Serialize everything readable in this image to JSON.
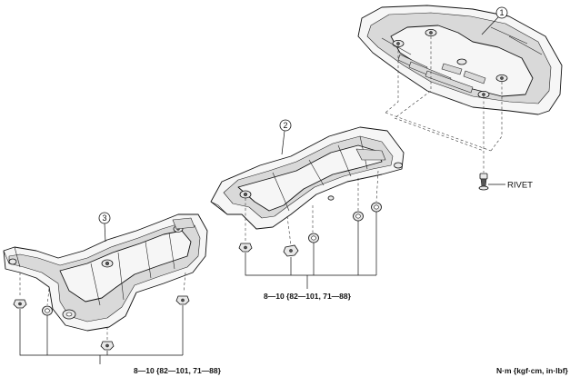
{
  "callouts": {
    "part1": "1",
    "part2": "2",
    "part3": "3"
  },
  "labels": {
    "rivet": "RIVET",
    "torque_middle": "8—10 {82—101, 71—88}",
    "torque_front": "8—10 {82—101, 71—88}",
    "units": "N·m {kgf·cm, in·lbf}"
  }
}
